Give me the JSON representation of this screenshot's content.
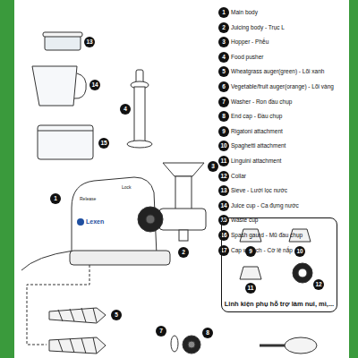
{
  "diagram": {
    "nodes": [
      {
        "text": [
          "Linh kiện phụ hỗ trợ làm nui, mì,..."
        ]
      }
    ],
    "labels": [
      "1",
      "Main body",
      "2",
      "Juicing body - Trục L",
      "3",
      "Hopper - Phễu",
      "4",
      "Food pusher",
      "5",
      "Wheatgrass auger(green) - Lõi xanh",
      "6",
      "Vegetable/fruit auger(orange) - Lõi vàng",
      "7",
      "Washer - Ron đầu chụp",
      "8",
      "End cap - Đầu chụp",
      "9",
      "Rigatoni attachment",
      "10",
      "Spaghetti attachment",
      "11",
      "Linguini attachment",
      "12",
      "Collar",
      "13",
      "Sieve - Lưới lọc nước",
      "14",
      "Juice cup - Ca đựng nước",
      "15",
      "Waste cup",
      "16",
      "Spash gaurd - Mũ đầu chụp",
      "17",
      "Cap wrench - Cờ lê nắp",
      "13",
      "14",
      "15",
      "4",
      "3",
      "2",
      "1",
      "Release",
      "Lock",
      "Lexen",
      "9",
      "10",
      "11",
      "12",
      "5",
      "7",
      "8"
    ]
  }
}
